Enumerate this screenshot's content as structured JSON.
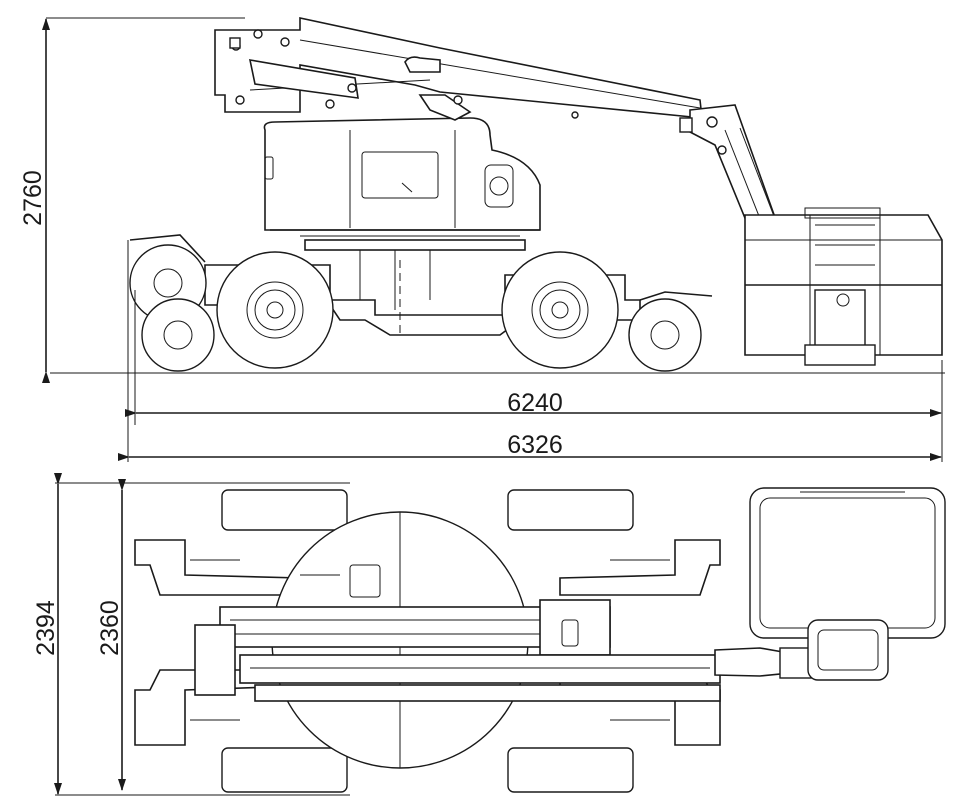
{
  "dimensions": {
    "stowed_height": "2760",
    "length_without_platform_step": "6240",
    "overall_length": "6326",
    "overall_width": "2394",
    "wheel_width": "2360"
  },
  "colors": {
    "line": "#1a1a1a",
    "background": "#ffffff"
  }
}
